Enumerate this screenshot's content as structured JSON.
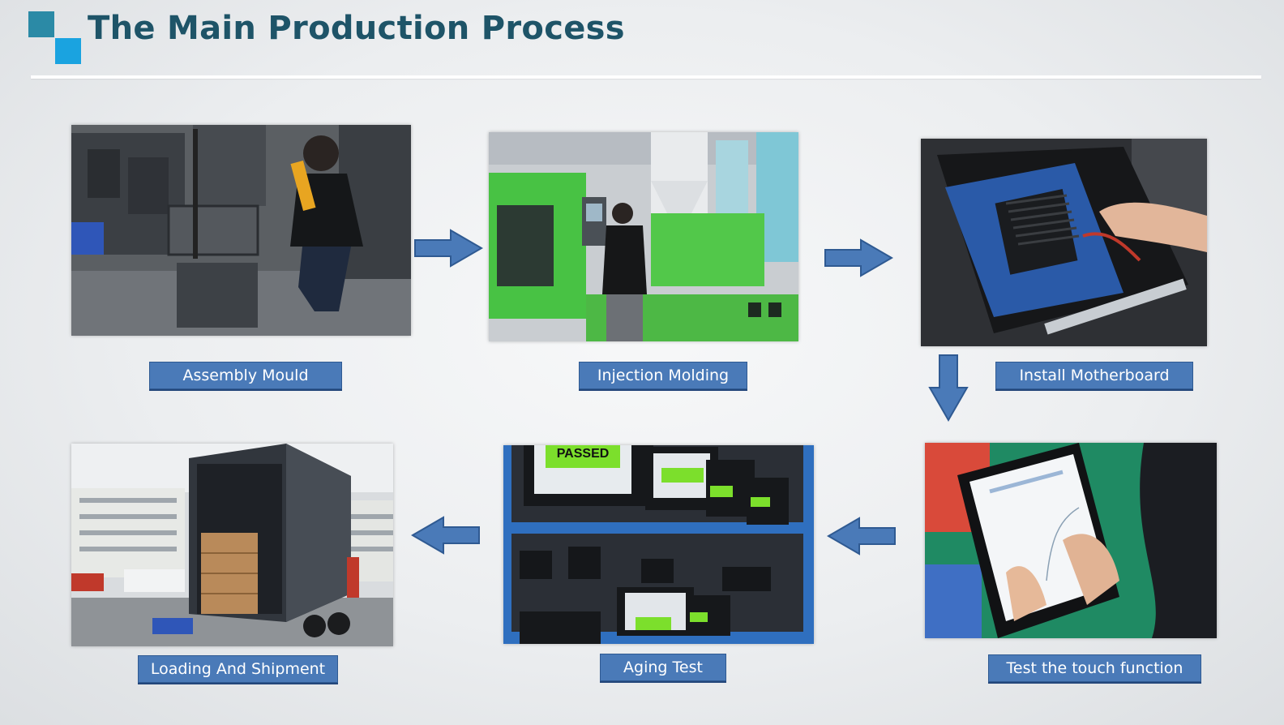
{
  "header": {
    "title": "The Main Production Process"
  },
  "steps": [
    {
      "id": "assembly",
      "label": "Assembly Mould"
    },
    {
      "id": "injection",
      "label": "Injection Molding"
    },
    {
      "id": "motherboard",
      "label": "Install Motherboard"
    },
    {
      "id": "touch",
      "label": "Test the touch function"
    },
    {
      "id": "aging",
      "label": "Aging Test",
      "screen_text": "PASSED"
    },
    {
      "id": "shipment",
      "label": "Loading And Shipment"
    }
  ],
  "colors": {
    "title": "#1e5468",
    "label_bg": "#4a7ab8",
    "arrow": "#4a7ab8",
    "logo_dark": "#2b8aa6",
    "logo_light": "#1aa3e0"
  }
}
